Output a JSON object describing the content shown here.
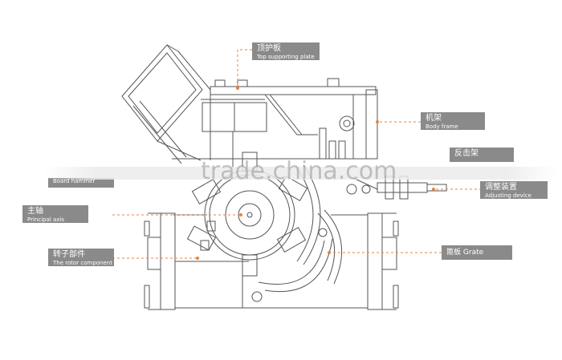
{
  "labels": {
    "top_plate": {
      "cn": "顶护板",
      "en": "Top supporting plate"
    },
    "body_frame": {
      "cn": "机架",
      "en": "Body frame"
    },
    "counter_frame": {
      "cn": "反击架"
    },
    "adjusting": {
      "cn": "调整装置",
      "en": "Adjusting device"
    },
    "board_hammer": {
      "en": "Board hammer"
    },
    "principal_axis": {
      "cn": "主轴",
      "en": "Principal axis"
    },
    "rotor": {
      "cn": "转子部件",
      "en": "The rotor component"
    },
    "grate": {
      "cn": "篦板",
      "en": "Grate"
    }
  },
  "watermark": "trade.china.com",
  "colors": {
    "line": "#555555",
    "label_bg": "#8a8a8a",
    "leader": "#e8833a"
  }
}
